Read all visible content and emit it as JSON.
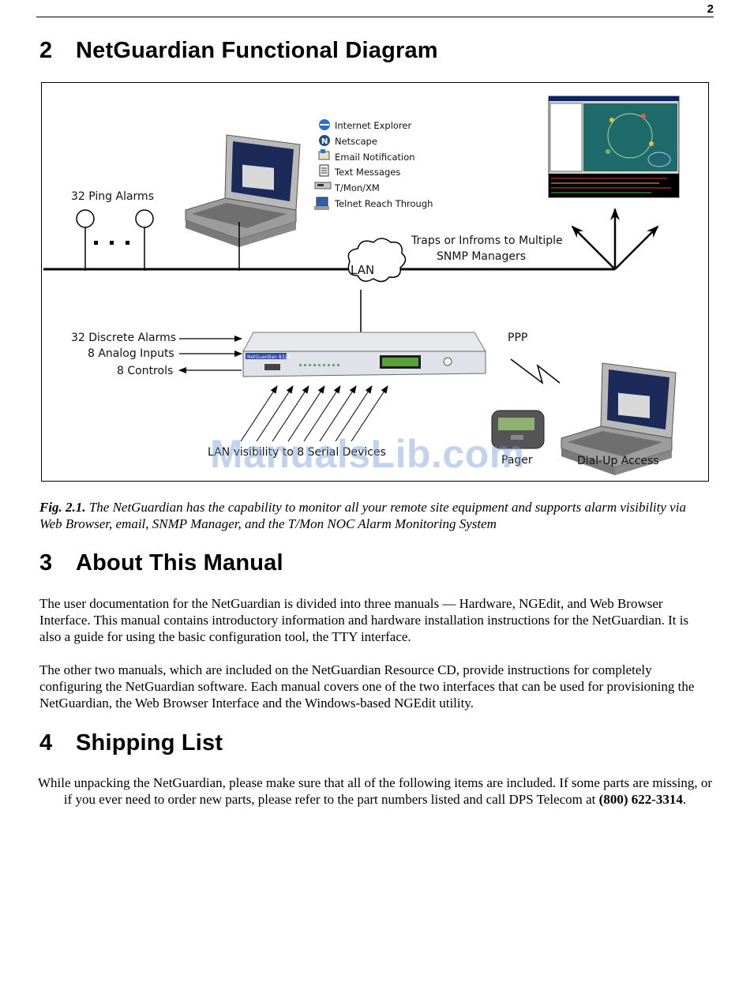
{
  "header": {
    "page_number": "2"
  },
  "section2": {
    "number": "2",
    "title": "NetGuardian Functional Diagram"
  },
  "diagram": {
    "ping_alarms": "32 Ping Alarms",
    "lan": "LAN",
    "traps": [
      "Traps or Infroms to Multiple",
      "SNMP Managers"
    ],
    "discrete_alarms": "32 Discrete Alarms",
    "analog_inputs": "8 Analog Inputs",
    "controls": "8 Controls",
    "ppp": "PPP",
    "serial_devices": "LAN visibility to 8 Serial Devices",
    "pager": "Pager",
    "dialup": "Dial-Up Access",
    "device_brand": "NetGuardian 832A",
    "access_list": [
      {
        "icon": "internet-explorer-icon",
        "label": "Internet Explorer"
      },
      {
        "icon": "netscape-icon",
        "label": "Netscape"
      },
      {
        "icon": "email-icon",
        "label": "Email Notification"
      },
      {
        "icon": "text-message-icon",
        "label": "Text Messages"
      },
      {
        "icon": "tmon-icon",
        "label": "T/Mon/XM"
      },
      {
        "icon": "telnet-icon",
        "label": "Telnet Reach Through"
      }
    ]
  },
  "figure_caption": {
    "label": "Fig. 2.1.",
    "text": "The NetGuardian has the capability to monitor all your remote site equipment and supports alarm visibility via Web Browser, email, SNMP Manager, and the T/Mon NOC Alarm Monitoring System"
  },
  "section3": {
    "number": "3",
    "title": "About This Manual",
    "paragraphs": [
      "The user documentation for the NetGuardian is divided into three manuals — Hardware, NGEdit, and Web Browser Interface. This manual contains introductory information and hardware installation instructions for the NetGuardian. It is also a guide for using the basic configuration tool, the TTY interface.",
      "The other two manuals, which are included on the NetGuardian Resource CD, provide instructions for completely configuring the NetGuardian software. Each manual covers one of the two interfaces that can be used for provisioning the NetGuardian, the Web Browser Interface and the Windows-based NGEdit utility."
    ]
  },
  "section4": {
    "number": "4",
    "title": "Shipping List",
    "paragraph_before": "While unpacking the NetGuardian, please make sure that all of the following items are included. If some parts are missing, or if you ever need to order new parts, please refer to the part numbers listed and call DPS Telecom at ",
    "phone": "(800) 622-3314",
    "paragraph_after": "."
  },
  "watermark": "ManualsLib.com"
}
